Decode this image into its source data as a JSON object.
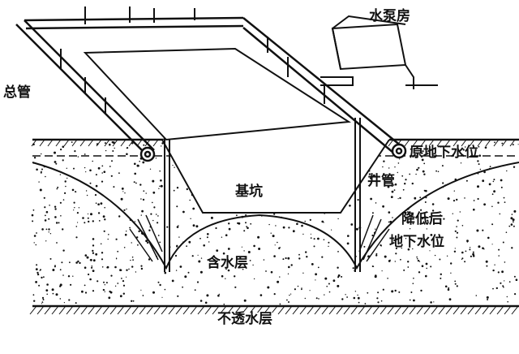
{
  "title": "Well-point dewatering diagram",
  "labels": {
    "pump_house": "水泵房",
    "header_pipe": "总管",
    "original_water_table": "原地下水位",
    "well_pipe": "井管",
    "foundation_pit": "基坑",
    "lowered_line1": "降低后",
    "lowered_line2": "地下水位",
    "aquifer": "含水层",
    "impermeable_layer": "不透水层"
  },
  "colors": {
    "ink": "#111111",
    "background": "#ffffff"
  }
}
